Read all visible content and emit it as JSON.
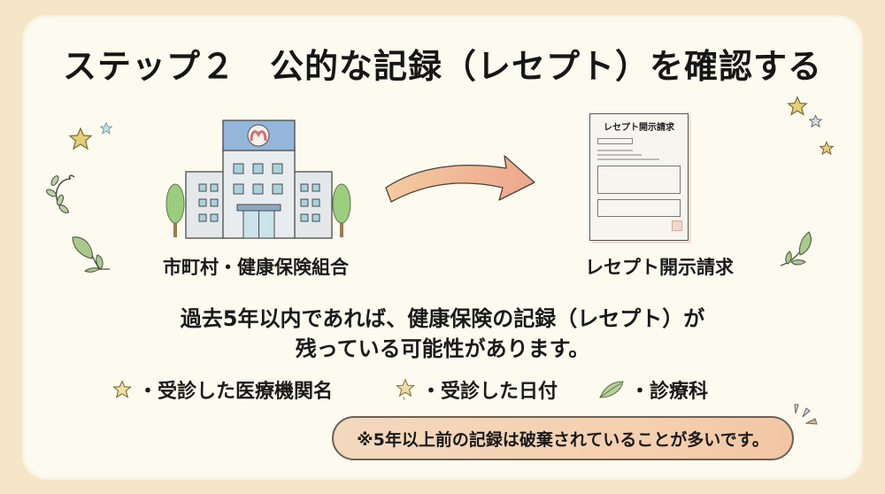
{
  "slide": {
    "title": "ステップ２　公的な記録（レセプト）を確認する",
    "left_illustration": {
      "icon": "government-building-icon",
      "label": "市町村・健康保険組合"
    },
    "arrow": {
      "icon": "curved-arrow-right-icon"
    },
    "right_illustration": {
      "icon": "document-form-icon",
      "doc_heading": "レセプト開示請求",
      "label": "レセプト開示請求"
    },
    "main_text": {
      "line1": "過去5年以内であれば、健康保険の記録（レセプト）が",
      "line2": "残っている可能性があります。"
    },
    "bullets": [
      {
        "icon": "star-icon",
        "text": "・受診した医療機関名"
      },
      {
        "icon": "sparkle-star-icon",
        "text": "・受診した日付"
      },
      {
        "icon": "leaf-icon",
        "text": "・診療科"
      }
    ],
    "note": "※5年以上前の記録は破棄されていることが多いです。",
    "colors": {
      "background": "#f5e6c8",
      "card": "#fdfbf0",
      "text": "#1a1a1a",
      "arrow": "#f0b48e",
      "note_fill": "#f5cfae",
      "building_sign": "#8fb4d8"
    }
  }
}
